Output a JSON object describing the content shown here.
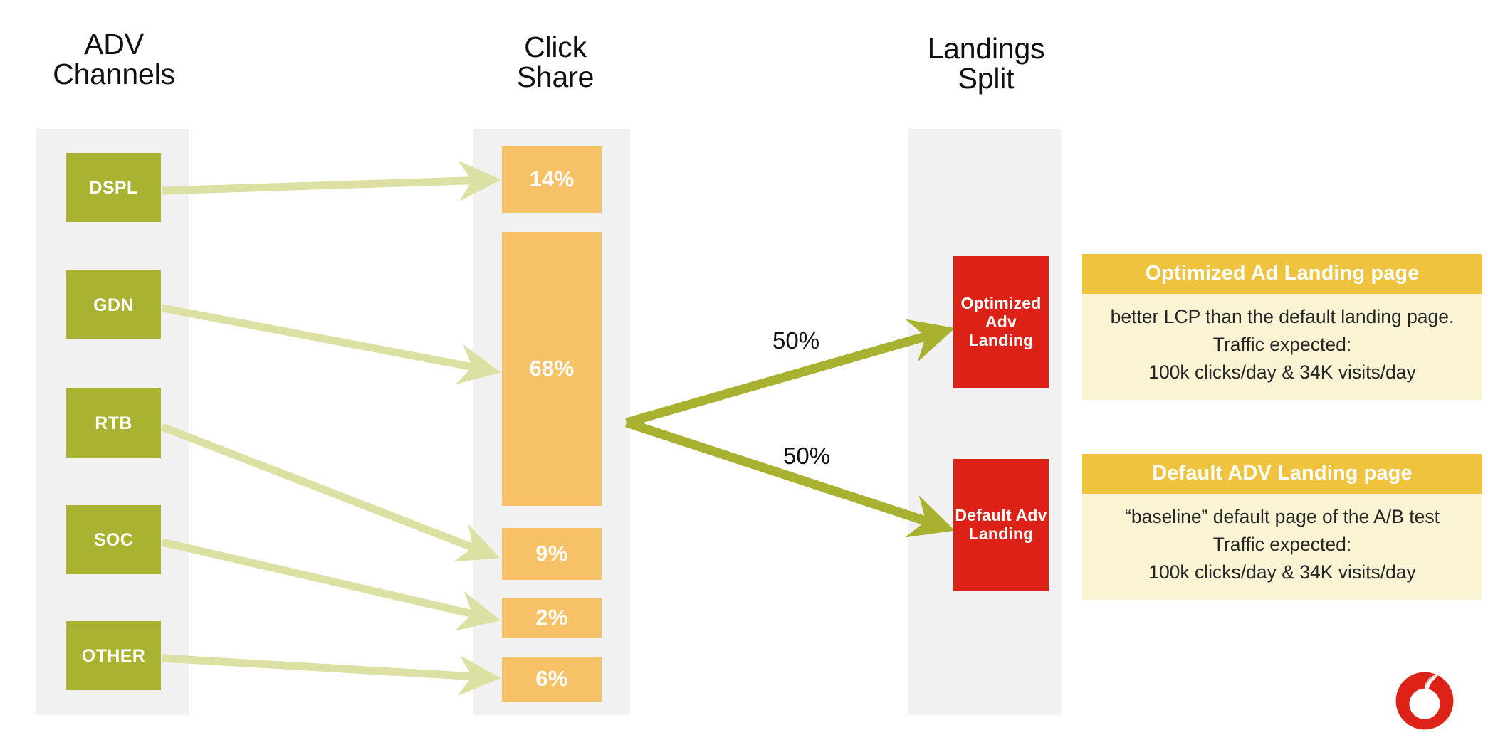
{
  "columns": [
    {
      "key": "adv",
      "title": "ADV\nChannels"
    },
    {
      "key": "click",
      "title": "Click\nShare"
    },
    {
      "key": "landings",
      "title": "Landings\nSplit"
    }
  ],
  "adv_channels": {
    "title": "ADV\nChannels",
    "items": [
      {
        "label": "DSPL"
      },
      {
        "label": "GDN"
      },
      {
        "label": "RTB"
      },
      {
        "label": "SOC"
      },
      {
        "label": "OTHER"
      }
    ]
  },
  "click_share": {
    "title": "Click\nShare",
    "items": [
      {
        "label": "14%"
      },
      {
        "label": "68%"
      },
      {
        "label": "9%"
      },
      {
        "label": "2%"
      },
      {
        "label": "6%"
      }
    ]
  },
  "landings_split": {
    "title": "Landings\nSplit",
    "items": [
      {
        "label": "Optimized\nAdv\nLanding"
      },
      {
        "label": "Default\nAdv\nLanding"
      }
    ],
    "split_labels": [
      "50%",
      "50%"
    ]
  },
  "cards": [
    {
      "header": "Optimized Ad Landing page",
      "body": "better LCP than the default landing page.\nTraffic expected:\n100k clicks/day  & 34K visits/day"
    },
    {
      "header": "Default ADV Landing page",
      "body": "“baseline” default page of the A/B test\nTraffic expected:\n100k clicks/day  & 34K visits/day"
    }
  ],
  "logo": {
    "name": "vodafone-logo",
    "color": "#dd2318"
  },
  "colors": {
    "channel_green": "#aab331",
    "share_orange": "#f7c167",
    "landing_red": "#dc2216",
    "card_header_yellow": "#f0c33e",
    "card_body_cream": "#fbf4d4",
    "band_gray": "#f1f1f1",
    "flow_arrow_light": "#dde0a3",
    "flow_arrow_strong": "#a8b130",
    "background": "#ffffff"
  },
  "chart_data": {
    "type": "diagram",
    "title": "ADV Channels → Click Share → Landings Split",
    "stages": [
      "ADV Channels",
      "Click Share",
      "Landings Split"
    ],
    "categories": [
      "DSPL",
      "GDN",
      "RTB",
      "SOC",
      "OTHER"
    ],
    "values": [
      14,
      68,
      9,
      2,
      6
    ],
    "unit": "%",
    "flows": [
      {
        "from": "DSPL",
        "to": "14%",
        "value": 14
      },
      {
        "from": "GDN",
        "to": "68%",
        "value": 68
      },
      {
        "from": "RTB",
        "to": "9%",
        "value": 9
      },
      {
        "from": "SOC",
        "to": "2%",
        "value": 2
      },
      {
        "from": "OTHER",
        "to": "6%",
        "value": 6
      }
    ],
    "split": [
      {
        "to": "Optimized Adv Landing",
        "value": 50,
        "label": "50%"
      },
      {
        "to": "Default Adv Landing",
        "value": 50,
        "label": "50%"
      }
    ]
  }
}
